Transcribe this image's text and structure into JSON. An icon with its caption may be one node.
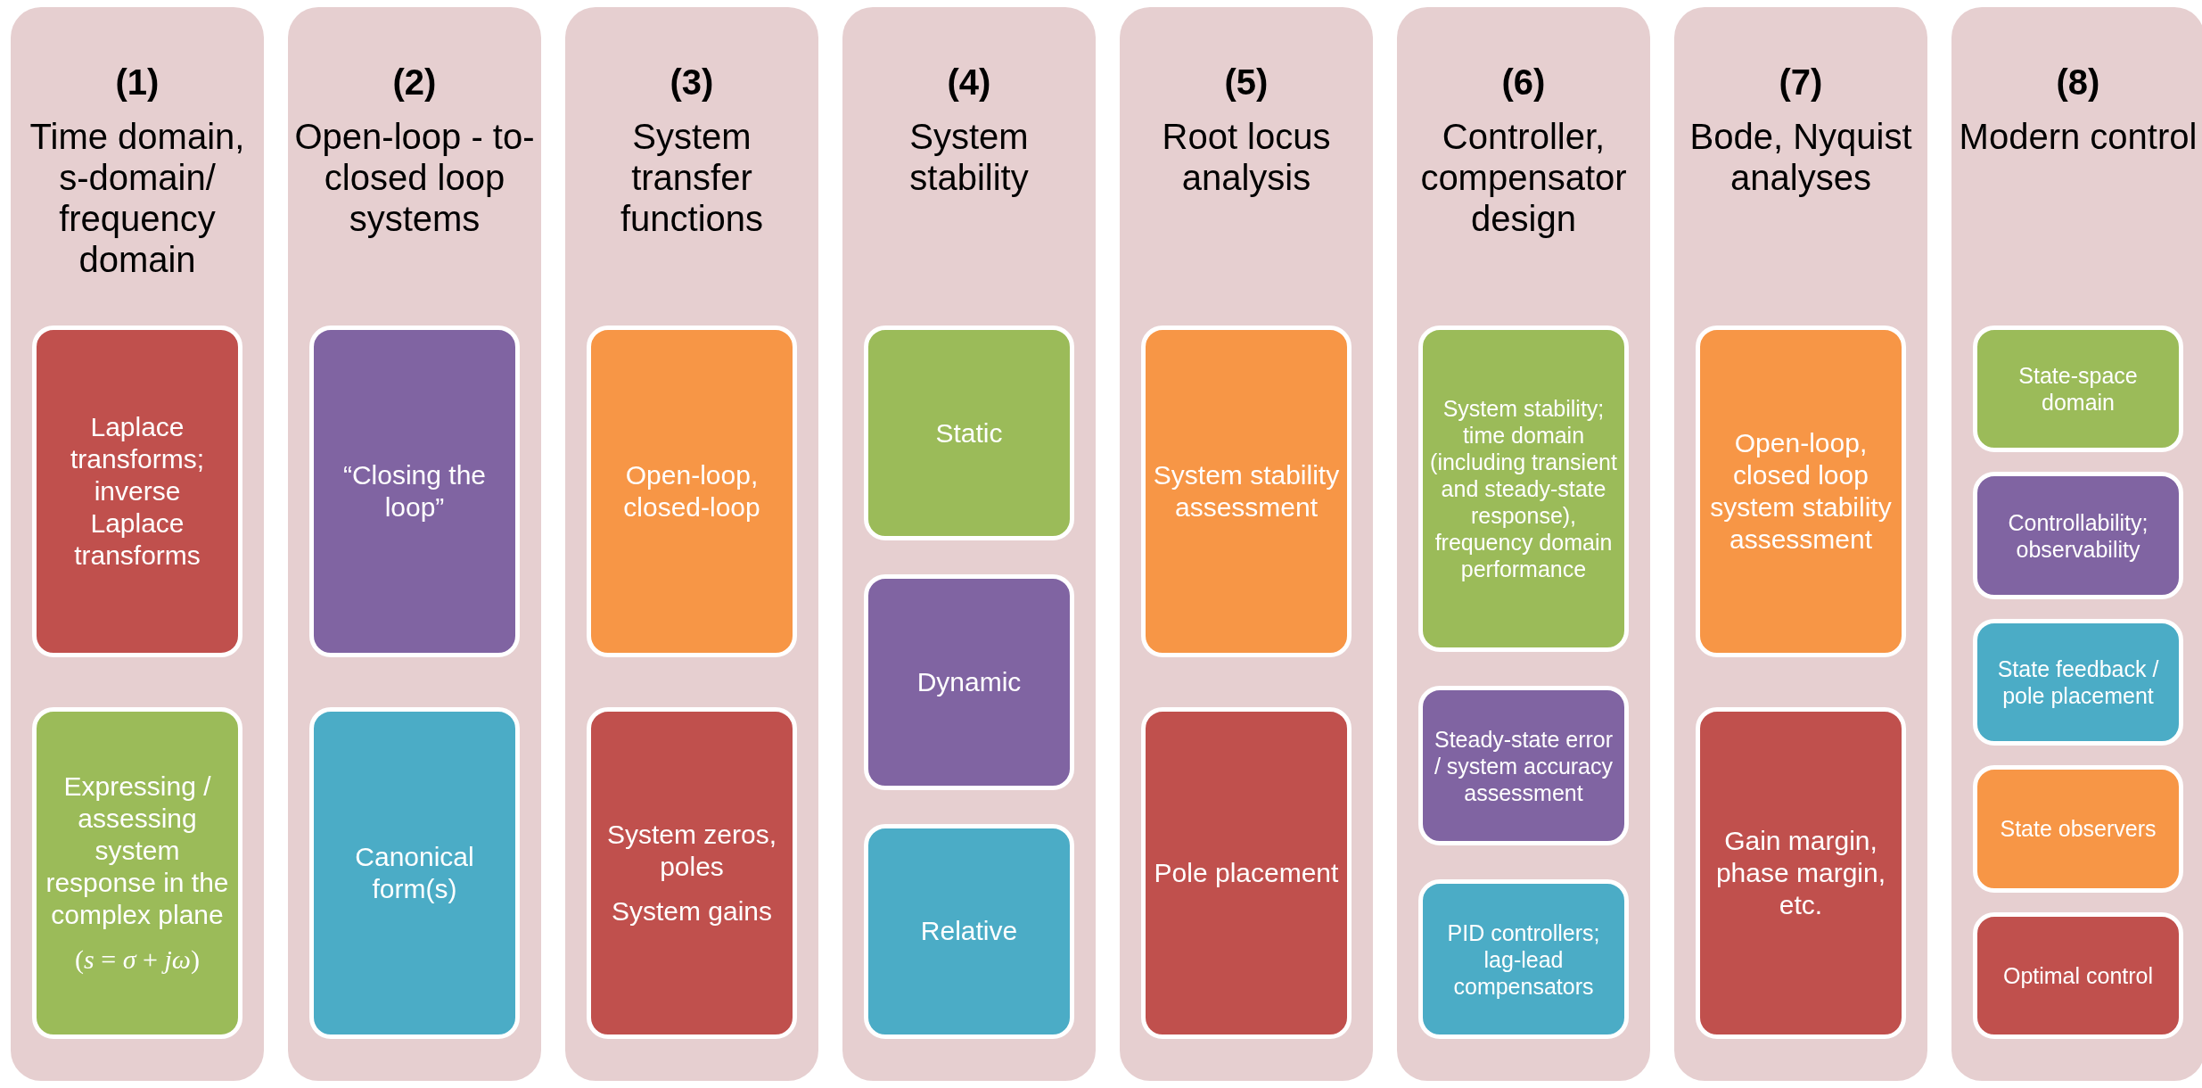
{
  "diagram": {
    "nodes": [
      {
        "text": [
          "(1)",
          "Time domain, s-domain/ frequency domain"
        ]
      },
      {
        "text": [
          "Laplace transforms; inverse Laplace transforms"
        ],
        "in": 0
      },
      {
        "text": [
          "Expressing / assessing system response in the complex plane",
          "(*s* = *σ* + *jω*)"
        ],
        "in": 0
      },
      {
        "text": [
          "(2)",
          "Open-loop - to- closed loop systems"
        ]
      },
      {
        "text": [
          "“Closing the loop”"
        ],
        "in": 3
      },
      {
        "text": [
          "Canonical form(s)"
        ],
        "in": 3
      },
      {
        "text": [
          "(3)",
          "System transfer functions"
        ]
      },
      {
        "text": [
          "Open-loop, closed-loop"
        ],
        "in": 6
      },
      {
        "text": [
          "System zeros, poles",
          "System gains"
        ],
        "in": 6
      },
      {
        "text": [
          "(4)",
          "System stability"
        ]
      },
      {
        "text": [
          "Static"
        ],
        "in": 9
      },
      {
        "text": [
          "Dynamic"
        ],
        "in": 9
      },
      {
        "text": [
          "Relative"
        ],
        "in": 9
      },
      {
        "text": [
          "(5)",
          "Root locus analysis"
        ]
      },
      {
        "text": [
          "System stability assessment"
        ],
        "in": 13
      },
      {
        "text": [
          "Pole placement"
        ],
        "in": 13
      },
      {
        "text": [
          "(6)",
          "Controller, compensator design"
        ]
      },
      {
        "text": [
          "System stability; time domain (including transient and steady-state response), frequency domain performance"
        ],
        "in": 16
      },
      {
        "text": [
          "Steady-state error / system accuracy assessment"
        ],
        "in": 16
      },
      {
        "text": [
          "PID controllers; lag-lead compensators"
        ],
        "in": 16
      },
      {
        "text": [
          "(7)",
          "Bode, Nyquist analyses"
        ]
      },
      {
        "text": [
          "Open-loop, closed loop system stability assessment"
        ],
        "in": 20
      },
      {
        "text": [
          "Gain margin, phase margin, etc."
        ],
        "in": 20
      },
      {
        "text": [
          "(8)",
          "Modern control"
        ]
      },
      {
        "text": [
          "State-space domain"
        ],
        "in": 23
      },
      {
        "text": [
          "Controllability; observability"
        ],
        "in": 23
      },
      {
        "text": [
          "State feedback / pole placement"
        ],
        "in": 23
      },
      {
        "text": [
          "State observers"
        ],
        "in": 23
      },
      {
        "text": [
          "Optimal control"
        ],
        "in": 23
      }
    ]
  }
}
